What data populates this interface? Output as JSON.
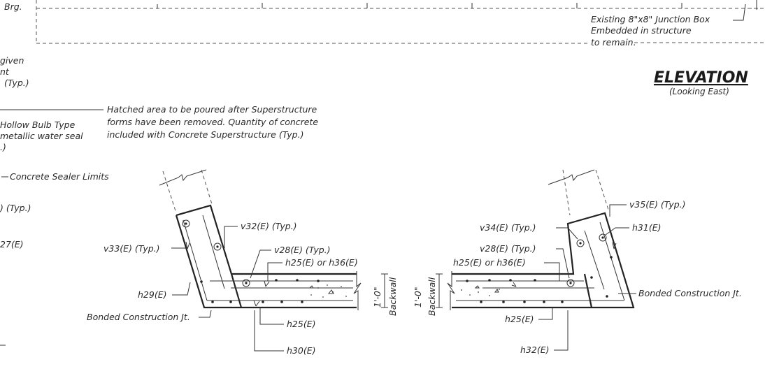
{
  "elevation": {
    "brg_label": "Brg.",
    "junction_box_label": "Existing 8\"x8\" Junction Box",
    "embedded_label": "Embedded in structure",
    "remain_label": "to remain.",
    "title": "ELEVATION",
    "subtitle": "(Looking East)"
  },
  "left_notes": {
    "given": "given",
    "nt": "nt",
    "typ": "(Typ.)",
    "hollow_bulb": "Hollow Bulb Type",
    "metallic": "metallic water seal",
    "paren": ".)",
    "concrete_sealer": "Concrete Sealer Limits",
    "e_typ": ") (Typ.)",
    "e27": "27(E)"
  },
  "hatch_note": {
    "line1": "Hatched area to be poured after Superstructure",
    "line2": "forms have been removed.  Quantity of concrete",
    "line3": "included with Concrete Superstructure (Typ.)"
  },
  "left_detail": {
    "v32": "v32(E) (Typ.)",
    "v33": "v33(E) (Typ.)",
    "v28": "v28(E) (Typ.)",
    "h25_h36": "h25(E) or h36(E)",
    "h29": "h29(E)",
    "bonded": "Bonded Construction Jt.",
    "h25": "h25(E)",
    "h30": "h30(E)",
    "dim": "1'-0\"",
    "backwall": "Backwall"
  },
  "right_detail": {
    "v35": "v35(E) (Typ.)",
    "v34": "v34(E) (Typ.)",
    "h31": "h31(E)",
    "v28": "v28(E) (Typ.)",
    "h25_h36": "h25(E) or h36(E)",
    "bonded": "Bonded Construction Jt.",
    "h25": "h25(E)",
    "h32": "h32(E)",
    "dim": "1'-0\"",
    "backwall": "Backwall"
  }
}
